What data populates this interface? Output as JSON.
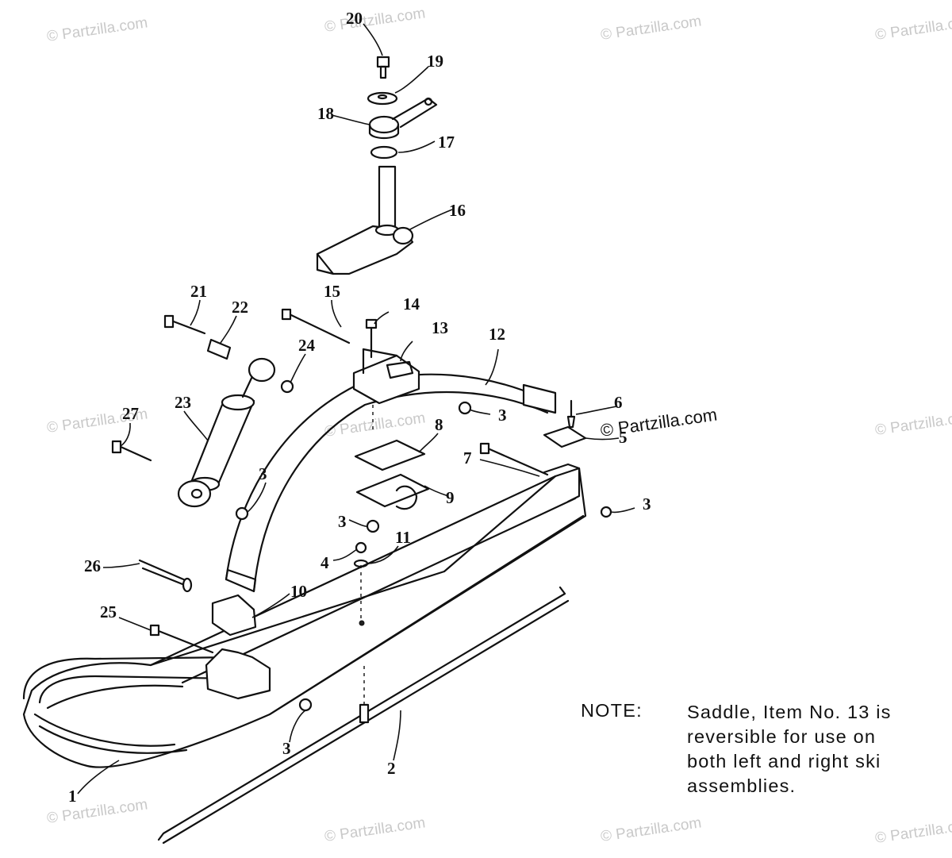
{
  "watermarks": {
    "faint_text": "© Partzilla.com",
    "dark_text": "© Partzilla.com"
  },
  "callouts": [
    "1",
    "2",
    "3",
    "3",
    "3",
    "3",
    "3",
    "4",
    "5",
    "6",
    "7",
    "8",
    "9",
    "10",
    "11",
    "12",
    "13",
    "14",
    "15",
    "16",
    "17",
    "18",
    "19",
    "20",
    "21",
    "22",
    "23",
    "24",
    "25",
    "26",
    "27"
  ],
  "note": {
    "label": "NOTE:",
    "text": "Saddle, Item No. 13 is\nreversible for use on\nboth left and right ski\nassemblies."
  },
  "colors": {
    "ink": "#111111",
    "watermark": "#c9c9c9",
    "background": "#ffffff"
  }
}
